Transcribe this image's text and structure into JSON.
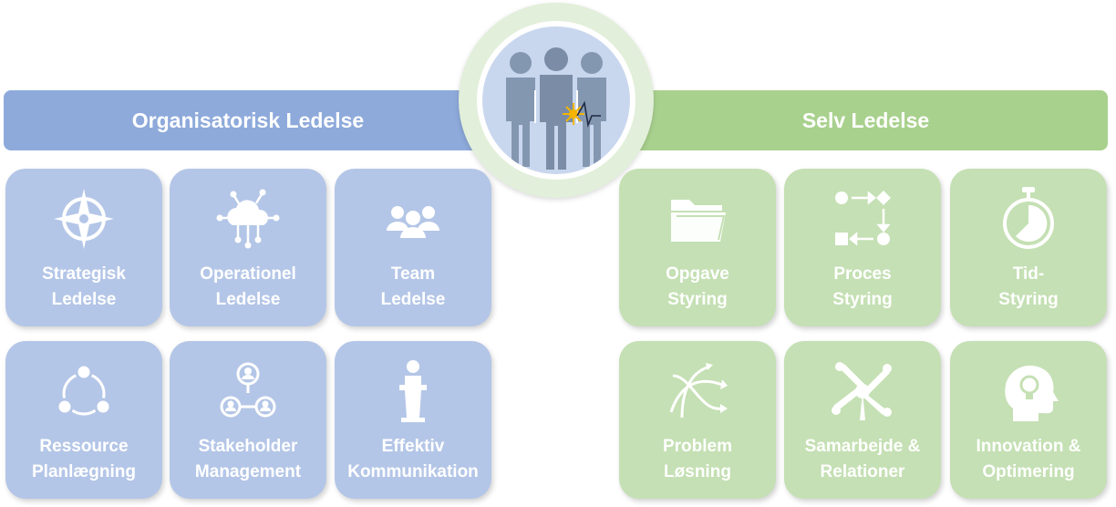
{
  "banners": {
    "left": "Organisatorisk Ledelse",
    "right": "Selv Ledelse"
  },
  "tiles": {
    "strategisk": "Strategisk\nLedelse",
    "operationel": "Operationel\nLedelse",
    "team": "Team\nLedelse",
    "ressource": "Ressource\nPlanlægning",
    "stakeholder": "Stakeholder\nManagement",
    "kommunikation": "Effektiv\nKommunikation",
    "opgave": "Opgave\nStyring",
    "proces": "Proces\nStyring",
    "tid": "Tid-\nStyring",
    "problem": "Problem\nLøsning",
    "samarbejde": "Samarbejde &\nRelationer",
    "innovation": "Innovation &\nOptimering"
  },
  "colors": {
    "left_banner": "#8eaadb",
    "left_tile": "#b4c6e7",
    "right_banner": "#a9d18e",
    "right_tile": "#c5e0b4",
    "center_ring": "#e2efda",
    "people": "#8497b0",
    "spark": "#f4b400"
  },
  "icons": {
    "center": "people-group-icon",
    "strategisk": "compass-icon",
    "operationel": "cloud-network-icon",
    "team": "team-icon",
    "ressource": "cycle-icon",
    "stakeholder": "stakeholder-hierarchy-icon",
    "kommunikation": "speaker-podium-icon",
    "opgave": "folder-icon",
    "proces": "process-flow-icon",
    "tid": "stopwatch-icon",
    "problem": "tangled-arrows-icon",
    "samarbejde": "joined-hands-icon",
    "innovation": "head-lightbulb-icon"
  }
}
